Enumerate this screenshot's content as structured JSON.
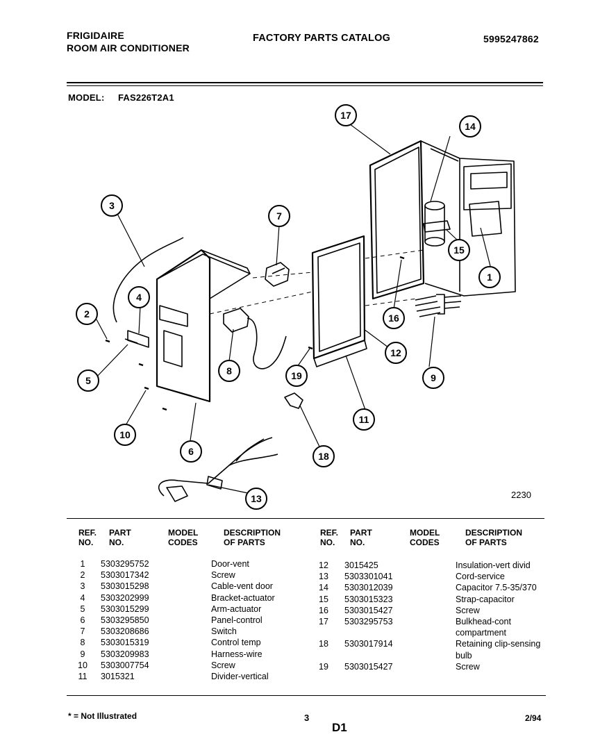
{
  "header": {
    "brand": "FRIGIDAIRE",
    "product": "ROOM AIR CONDITIONER",
    "catalog_title": "FACTORY PARTS CATALOG",
    "catalog_number": "5995247862",
    "model_label": "MODEL:",
    "model_value": "FAS226T2A1"
  },
  "diagram": {
    "figure_number": "2230",
    "callouts": [
      "1",
      "2",
      "3",
      "4",
      "5",
      "6",
      "7",
      "8",
      "9",
      "10",
      "11",
      "12",
      "13",
      "14",
      "15",
      "16",
      "17",
      "18",
      "19"
    ]
  },
  "table": {
    "headers": {
      "ref": [
        "REF.",
        "NO."
      ],
      "part": [
        "PART",
        "NO."
      ],
      "model": [
        "MODEL",
        "CODES"
      ],
      "desc": [
        "DESCRIPTION",
        "OF PARTS"
      ]
    },
    "left_rows": [
      {
        "ref": "1",
        "part": "5303295752",
        "desc": "Door-vent"
      },
      {
        "ref": "2",
        "part": "5303017342",
        "desc": "Screw"
      },
      {
        "ref": "3",
        "part": "5303015298",
        "desc": "Cable-vent door"
      },
      {
        "ref": "4",
        "part": "5303202999",
        "desc": "Bracket-actuator"
      },
      {
        "ref": "5",
        "part": "5303015299",
        "desc": "Arm-actuator"
      },
      {
        "ref": "6",
        "part": "5303295850",
        "desc": "Panel-control"
      },
      {
        "ref": "7",
        "part": "5303208686",
        "desc": "Switch"
      },
      {
        "ref": "8",
        "part": "5303015319",
        "desc": "Control temp"
      },
      {
        "ref": "9",
        "part": "5303209983",
        "desc": "Harness-wire"
      },
      {
        "ref": "10",
        "part": "5303007754",
        "desc": "Screw"
      },
      {
        "ref": "11",
        "part": "3015321",
        "desc": "Divider-vertical"
      }
    ],
    "right_rows": [
      {
        "ref": "12",
        "part": "3015425",
        "desc": "Insulation-vert divid"
      },
      {
        "ref": "13",
        "part": "5303301041",
        "desc": "Cord-service"
      },
      {
        "ref": "14",
        "part": "5303012039",
        "desc": "Capacitor 7.5-35/370"
      },
      {
        "ref": "15",
        "part": "5303015323",
        "desc": "Strap-capacitor"
      },
      {
        "ref": "16",
        "part": "5303015427",
        "desc": "Screw"
      },
      {
        "ref": "17",
        "part": "5303295753",
        "desc": "Bulkhead-cont"
      },
      {
        "ref": "",
        "part": "",
        "desc": "compartment"
      },
      {
        "ref": "18",
        "part": "5303017914",
        "desc": "Retaining clip-sensing"
      },
      {
        "ref": "",
        "part": "",
        "desc": "bulb"
      },
      {
        "ref": "19",
        "part": "5303015427",
        "desc": "Screw"
      }
    ]
  },
  "footer": {
    "note": "* = Not Illustrated",
    "page": "3",
    "section": "D1",
    "date": "2/94"
  }
}
